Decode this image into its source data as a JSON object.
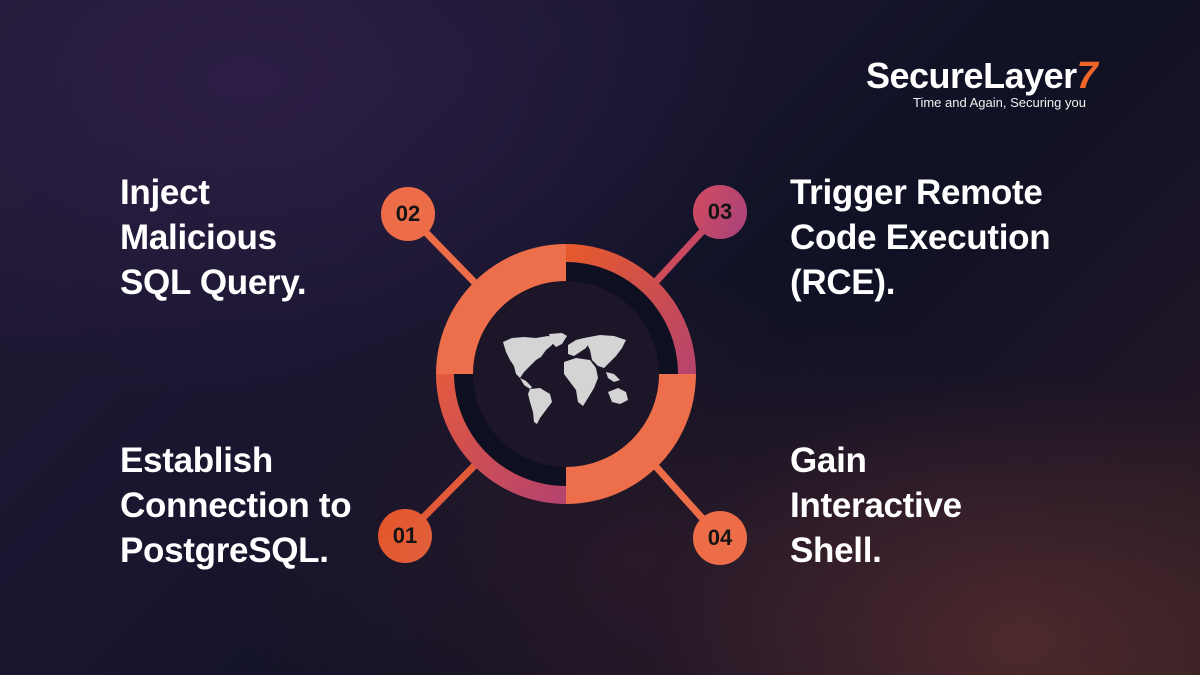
{
  "brand": {
    "name": "SecureLayer",
    "number": "7",
    "tagline": "Time and Again, Securing you",
    "accent_color": "#f2662a"
  },
  "diagram": {
    "center_icon": "world-map-icon",
    "steps": [
      {
        "number": "01",
        "text_lines": [
          "Establish",
          "Connection to",
          "PostgreSQL."
        ],
        "badge_color": "#e8592e"
      },
      {
        "number": "02",
        "text_lines": [
          "Inject",
          "Malicious",
          "SQL Query."
        ],
        "badge_color": "#ed6d48"
      },
      {
        "number": "03",
        "text_lines": [
          "Trigger Remote",
          "Code Execution",
          "(RCE)."
        ],
        "badge_color": "#b4426e"
      },
      {
        "number": "04",
        "text_lines": [
          "Gain",
          "Interactive",
          "Shell."
        ],
        "badge_color": "#ed6d48"
      }
    ],
    "colors": {
      "orange": "#ed6e4a",
      "orange_deep": "#e4562b",
      "magenta": "#b4426e",
      "inner_disk": "#1c1628",
      "inner_ring": "#0e0f20",
      "map": "#d4d4d4"
    }
  }
}
